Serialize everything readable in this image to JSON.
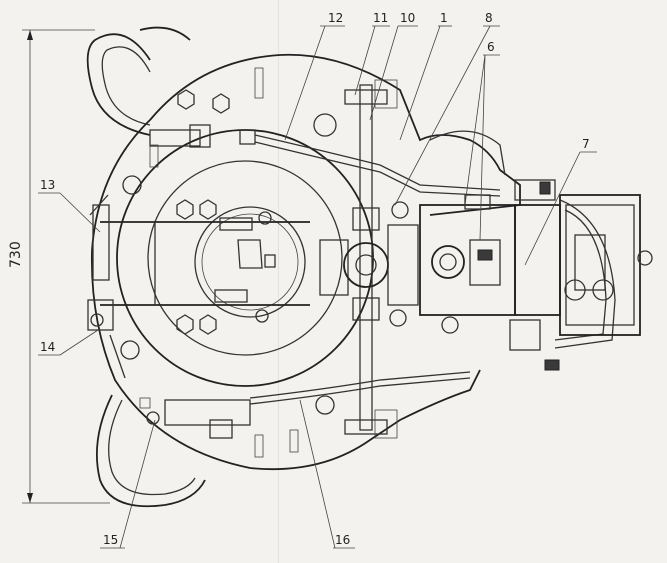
{
  "dimension": {
    "value": "730"
  },
  "callouts": [
    {
      "id": "12",
      "text": "12"
    },
    {
      "id": "11",
      "text": "11"
    },
    {
      "id": "10",
      "text": "10"
    },
    {
      "id": "1",
      "text": "1"
    },
    {
      "id": "8",
      "text": "8"
    },
    {
      "id": "6",
      "text": "6"
    },
    {
      "id": "7",
      "text": "7"
    },
    {
      "id": "13",
      "text": "13"
    },
    {
      "id": "14",
      "text": "14"
    },
    {
      "id": "15",
      "text": "15"
    },
    {
      "id": "16",
      "text": "16"
    }
  ]
}
